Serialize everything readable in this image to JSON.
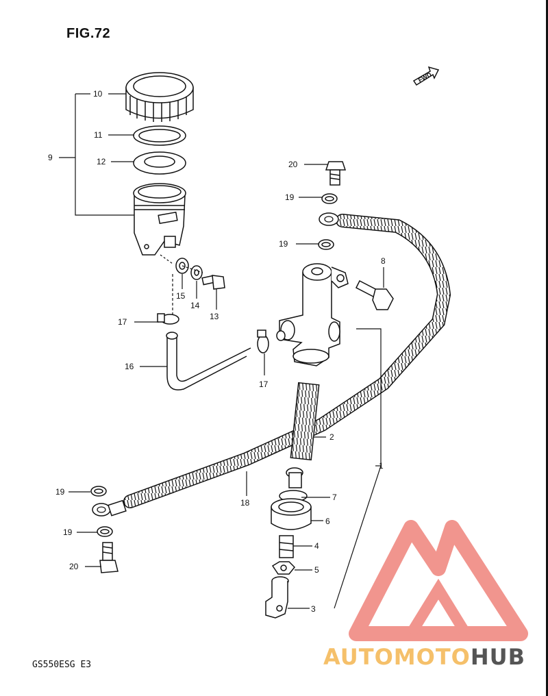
{
  "figure": {
    "title": "FIG.72",
    "model_code": "GS550ESG  E3",
    "fwd_label": "FWD"
  },
  "callouts": {
    "c1": "1",
    "c2": "2",
    "c3": "3",
    "c4": "4",
    "c5": "5",
    "c6": "6",
    "c7": "7",
    "c8": "8",
    "c9": "9",
    "c10": "10",
    "c11": "11",
    "c12": "12",
    "c13": "13",
    "c14": "14",
    "c15": "15",
    "c16": "16",
    "c17a": "17",
    "c17b": "17",
    "c18": "18",
    "c19a": "19",
    "c19b": "19",
    "c19c": "19",
    "c19d": "19",
    "c20a": "20",
    "c20b": "20"
  },
  "watermark": {
    "part1": "AUTOMOTO",
    "part2": "HUB",
    "color_primary": "#f08a82",
    "color_secondary": "#f5c06a",
    "color_dark": "#555555"
  }
}
